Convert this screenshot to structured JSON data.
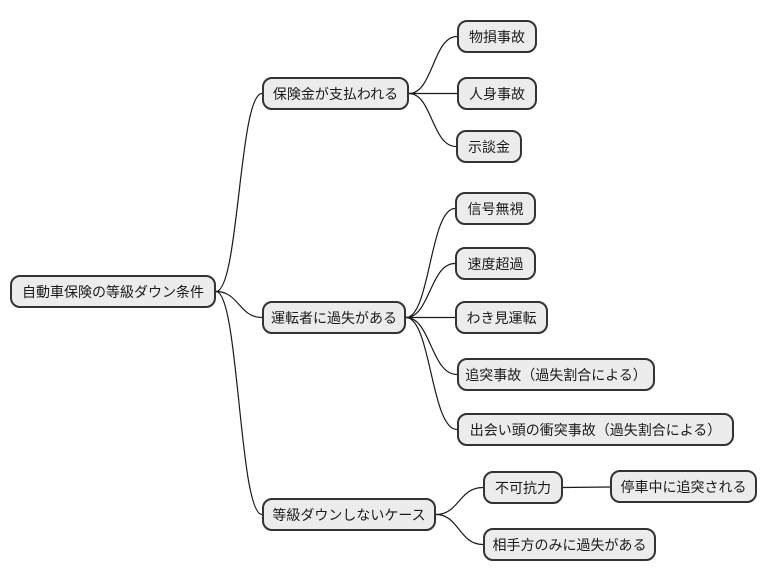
{
  "diagram": {
    "type": "mindmap",
    "colors": {
      "background": "#ffffff",
      "node_fill": "#ececec",
      "node_border": "#333333",
      "edge": "#1a1a1a",
      "text": "#1a1a1a"
    },
    "root": {
      "label": "自動車保険の等級ダウン条件"
    },
    "branches": [
      {
        "label": "保険金が支払われる",
        "children": [
          {
            "label": "物損事故"
          },
          {
            "label": "人身事故"
          },
          {
            "label": "示談金"
          }
        ]
      },
      {
        "label": "運転者に過失がある",
        "children": [
          {
            "label": "信号無視"
          },
          {
            "label": "速度超過"
          },
          {
            "label": "わき見運転"
          },
          {
            "label": "追突事故（過失割合による）"
          },
          {
            "label": "出会い頭の衝突事故（過失割合による）"
          }
        ]
      },
      {
        "label": "等級ダウンしないケース",
        "children": [
          {
            "label": "不可抗力",
            "children": [
              {
                "label": "停車中に追突される"
              }
            ]
          },
          {
            "label": "相手方のみに過失がある"
          }
        ]
      }
    ]
  }
}
